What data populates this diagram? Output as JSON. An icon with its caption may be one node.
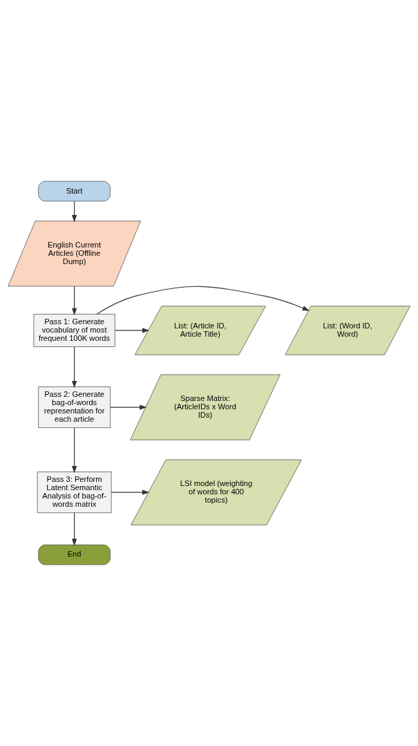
{
  "diagram": {
    "nodes": [
      {
        "text": [
          "Start"
        ]
      },
      {
        "text": [
          "English Current Articles (Offline Dump)"
        ]
      },
      {
        "text": [
          "Pass 1: Generate vocabulary of most frequent 100K words"
        ]
      },
      {
        "text": [
          "List: (Word ID, Word)"
        ]
      },
      {
        "text": [
          "List: (Article ID, Article Title)"
        ]
      },
      {
        "text": [
          "Pass 2: Generate bag-of-words representation for each article"
        ]
      },
      {
        "text": [
          "Sparse Matrix: (ArticleIDs x Word IDs)"
        ]
      },
      {
        "text": [
          "Pass 3: Perform Latent Semantic Analysis of bag-of-words matrix"
        ]
      },
      {
        "text": [
          "LSI model (weighting of words for 400 topics)"
        ]
      },
      {
        "text": [
          "End"
        ]
      }
    ],
    "edges": [
      {
        "from": 0,
        "to": 1,
        "arrow": "to"
      },
      {
        "from": 1,
        "to": 2,
        "arrow": "to"
      },
      {
        "from": 2,
        "to": 3,
        "arrow": "to"
      },
      {
        "from": 2,
        "to": 4,
        "arrow": "to"
      },
      {
        "from": 2,
        "to": 5,
        "arrow": "to"
      },
      {
        "from": 5,
        "to": 6,
        "arrow": "to"
      },
      {
        "from": 5,
        "to": 7,
        "arrow": "to"
      },
      {
        "from": 7,
        "to": 8,
        "arrow": "to"
      },
      {
        "from": 7,
        "to": 9,
        "arrow": "to"
      }
    ]
  }
}
